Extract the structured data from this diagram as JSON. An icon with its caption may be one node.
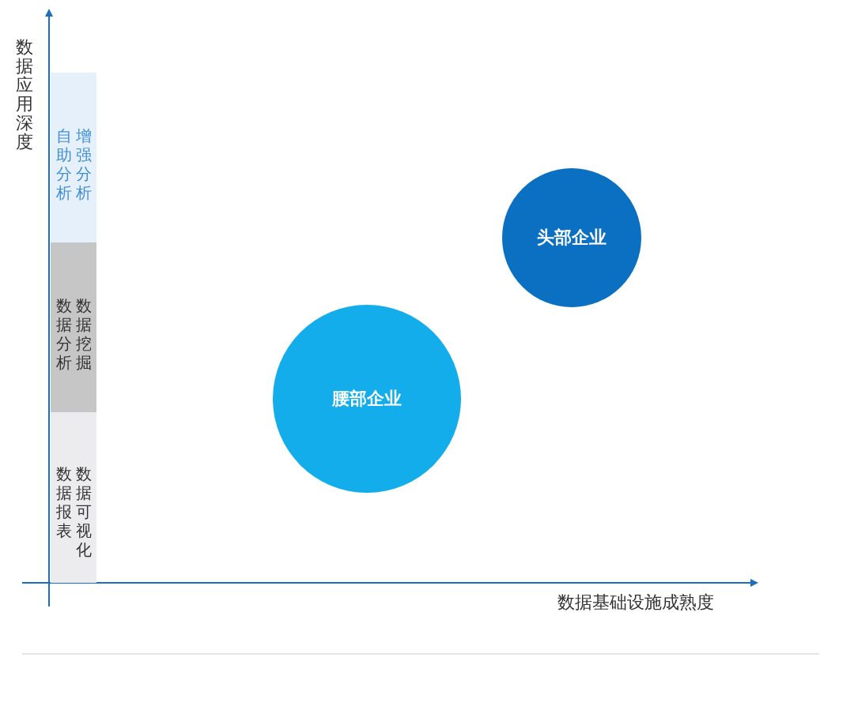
{
  "diagram": {
    "nodes": [
      {
        "text": [
          "自助分析",
          "增强分析"
        ]
      },
      {
        "text": [
          "数据分析",
          "数据挖掘"
        ]
      },
      {
        "text": [
          "数据报表",
          "数据可视化"
        ]
      },
      {
        "text": [
          "头部企业"
        ]
      },
      {
        "text": [
          "腰部企业"
        ]
      }
    ],
    "labels": [
      "数据应用深度",
      "数据基础设施成熟度"
    ]
  }
}
